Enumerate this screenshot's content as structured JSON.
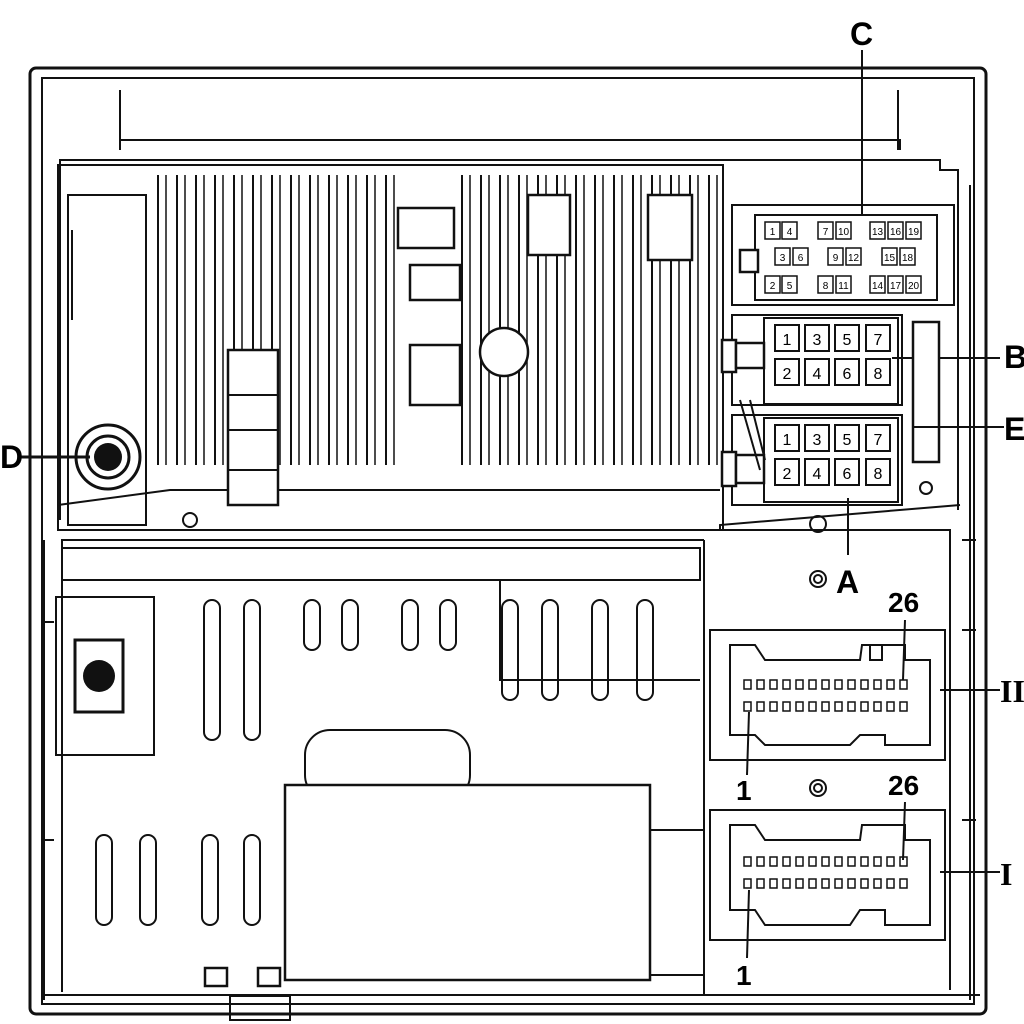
{
  "labels": {
    "C": "C",
    "B": "B",
    "E": "E",
    "D": "D",
    "A": "A",
    "II": "II",
    "I": "I"
  },
  "connector_ii": {
    "first_pin": "1",
    "last_pin": "26"
  },
  "connector_i": {
    "first_pin": "1",
    "last_pin": "26"
  },
  "connector_b": {
    "top_pins": [
      "1",
      "3",
      "5",
      "7"
    ],
    "bottom_pins": [
      "2",
      "4",
      "6",
      "8"
    ]
  },
  "connector_a": {
    "top_pins": [
      "1",
      "3",
      "5",
      "7"
    ],
    "bottom_pins": [
      "2",
      "4",
      "6",
      "8"
    ]
  },
  "connector_c": {
    "row1": [
      "1",
      "4",
      "7",
      "10",
      "13",
      "16",
      "19"
    ],
    "row2": [
      "3",
      "6",
      "9",
      "12",
      "15",
      "18"
    ],
    "row3": [
      "2",
      "5",
      "8",
      "11",
      "14",
      "17",
      "20"
    ]
  }
}
